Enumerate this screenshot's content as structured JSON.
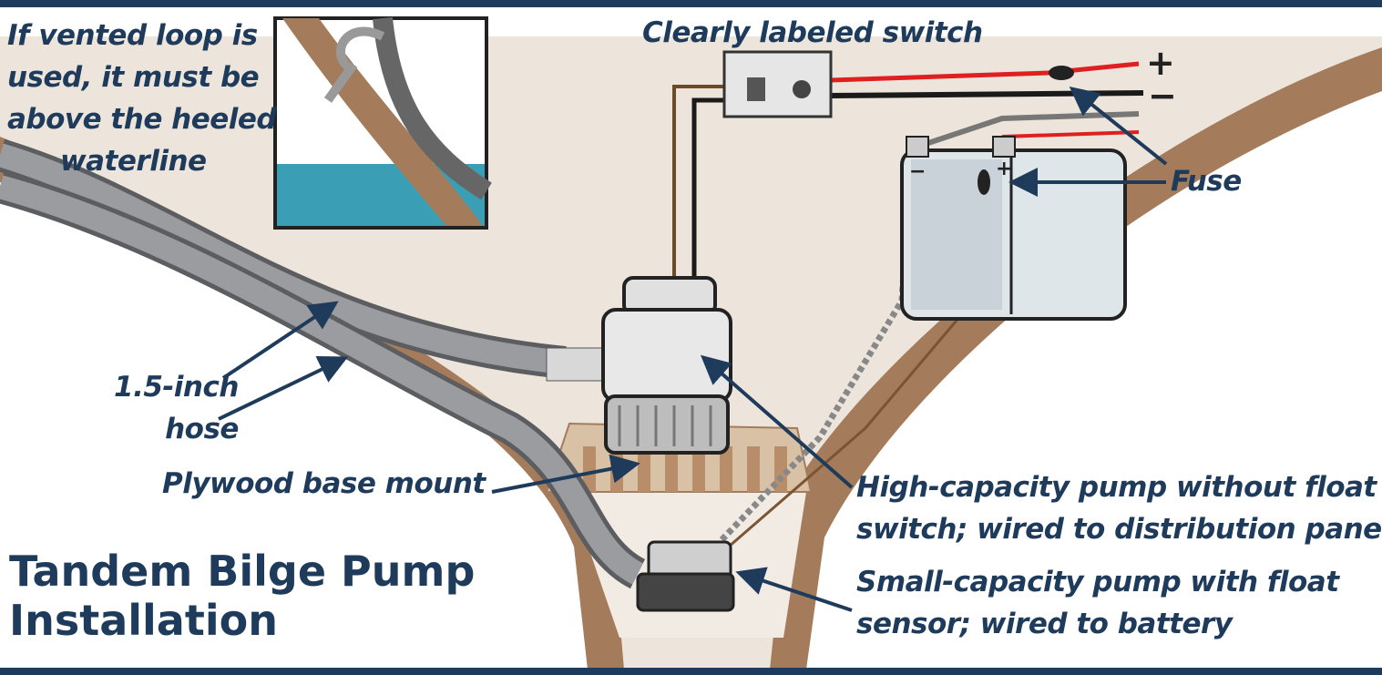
{
  "title": {
    "lines": [
      "Tandem Bilge Pump",
      "Installation"
    ]
  },
  "labels": {
    "vented_loop": [
      "If vented loop is",
      "used, it must be",
      "above the heeled",
      "waterline"
    ],
    "switch": "Clearly labeled switch",
    "positive": "+",
    "negative": "−",
    "fuse": "Fuse",
    "battery_positive": "+",
    "battery_negative": "−",
    "hose": [
      "1.5-inch",
      "hose"
    ],
    "plywood": "Plywood base mount",
    "high_capacity": [
      "High-capacity pump without float",
      "switch; wired to distribution panel"
    ],
    "small_capacity": [
      "Small-capacity pump with float",
      "sensor; wired to battery"
    ]
  },
  "colors": {
    "label_text": "#1f3b5c",
    "frame_bar": "#1f3b5c",
    "hull": "#a57c5b",
    "interior": "#ede5dc",
    "hose": "#8a8c8f",
    "positive_wire": "#e02020",
    "negative_wire": "#1a1a1a",
    "water": "#3a9fb5"
  }
}
